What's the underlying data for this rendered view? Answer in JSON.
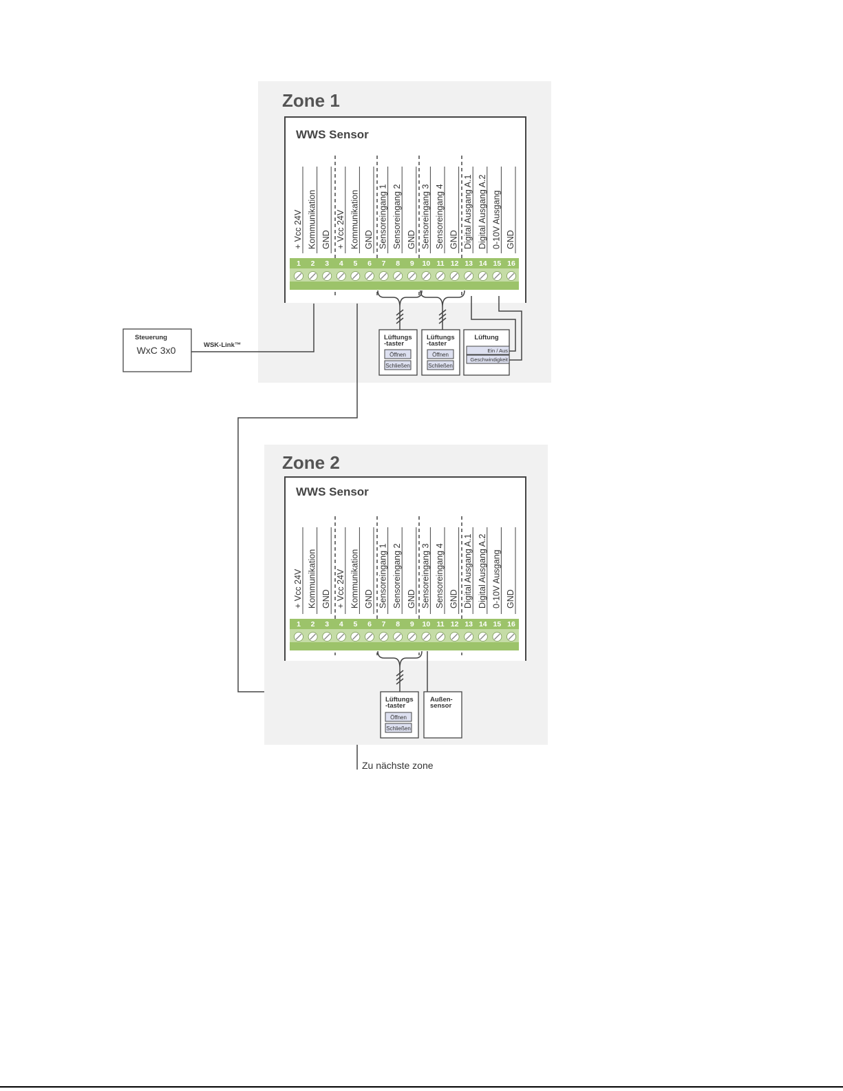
{
  "controller": {
    "title": "Steuerung",
    "model": "WxC 3x0",
    "link_label": "WSK-Link™"
  },
  "colors": {
    "zone_bg": "#f1f1f1",
    "terminal_green": "#9cc36a",
    "terminal_green_light": "#c5dca6",
    "button_fill": "#dde0f0",
    "line": "#444444"
  },
  "zones": [
    {
      "title": "Zone 1",
      "sensor_title": "WWS Sensor",
      "labels": [
        "+ Vcc 24V",
        "Kommunikation",
        "GND",
        "+ Vcc 24V",
        "Kommunikation",
        "GND",
        "Sensoreingang 1",
        "Sensoreingang 2",
        "GND",
        "Sensoreingang 3",
        "Sensoreingang 4",
        "GND",
        "Digital Ausgang A.1",
        "Digital Ausgang A.2",
        "0-10V Ausgang",
        "GND"
      ],
      "numbers": [
        "1",
        "2",
        "3",
        "4",
        "5",
        "6",
        "7",
        "8",
        "9",
        "10",
        "11",
        "12",
        "13",
        "14",
        "15",
        "16"
      ],
      "devices": [
        {
          "title_line1": "Lüftungs",
          "title_line2": "-taster",
          "btn1": "Öffnen",
          "btn2": "Schließen"
        },
        {
          "title_line1": "Lüftungs",
          "title_line2": "-taster",
          "btn1": "Öffnen",
          "btn2": "Schließen"
        },
        {
          "title_line1": "Lüftung",
          "btn1": "Ein / Aus",
          "btn2": "Geschwindigkeit"
        }
      ]
    },
    {
      "title": "Zone 2",
      "sensor_title": "WWS Sensor",
      "labels": [
        "+ Vcc 24V",
        "Kommunikation",
        "GND",
        "+ Vcc 24V",
        "Kommunikation",
        "GND",
        "Sensoreingang 1",
        "Sensoreingang 2",
        "GND",
        "Sensoreingang 3",
        "Sensoreingang 4",
        "GND",
        "Digital Ausgang A.1",
        "Digital Ausgang A.2",
        "0-10V Ausgang",
        "GND"
      ],
      "numbers": [
        "1",
        "2",
        "3",
        "4",
        "5",
        "6",
        "7",
        "8",
        "9",
        "10",
        "11",
        "12",
        "13",
        "14",
        "15",
        "16"
      ],
      "devices": [
        {
          "title_line1": "Lüftungs",
          "title_line2": "-taster",
          "btn1": "Öffnen",
          "btn2": "Schließen"
        },
        {
          "title_line1": "Außen-",
          "title_line2": "sensor"
        }
      ]
    }
  ],
  "next_zone_label": "Zu nächste zone"
}
